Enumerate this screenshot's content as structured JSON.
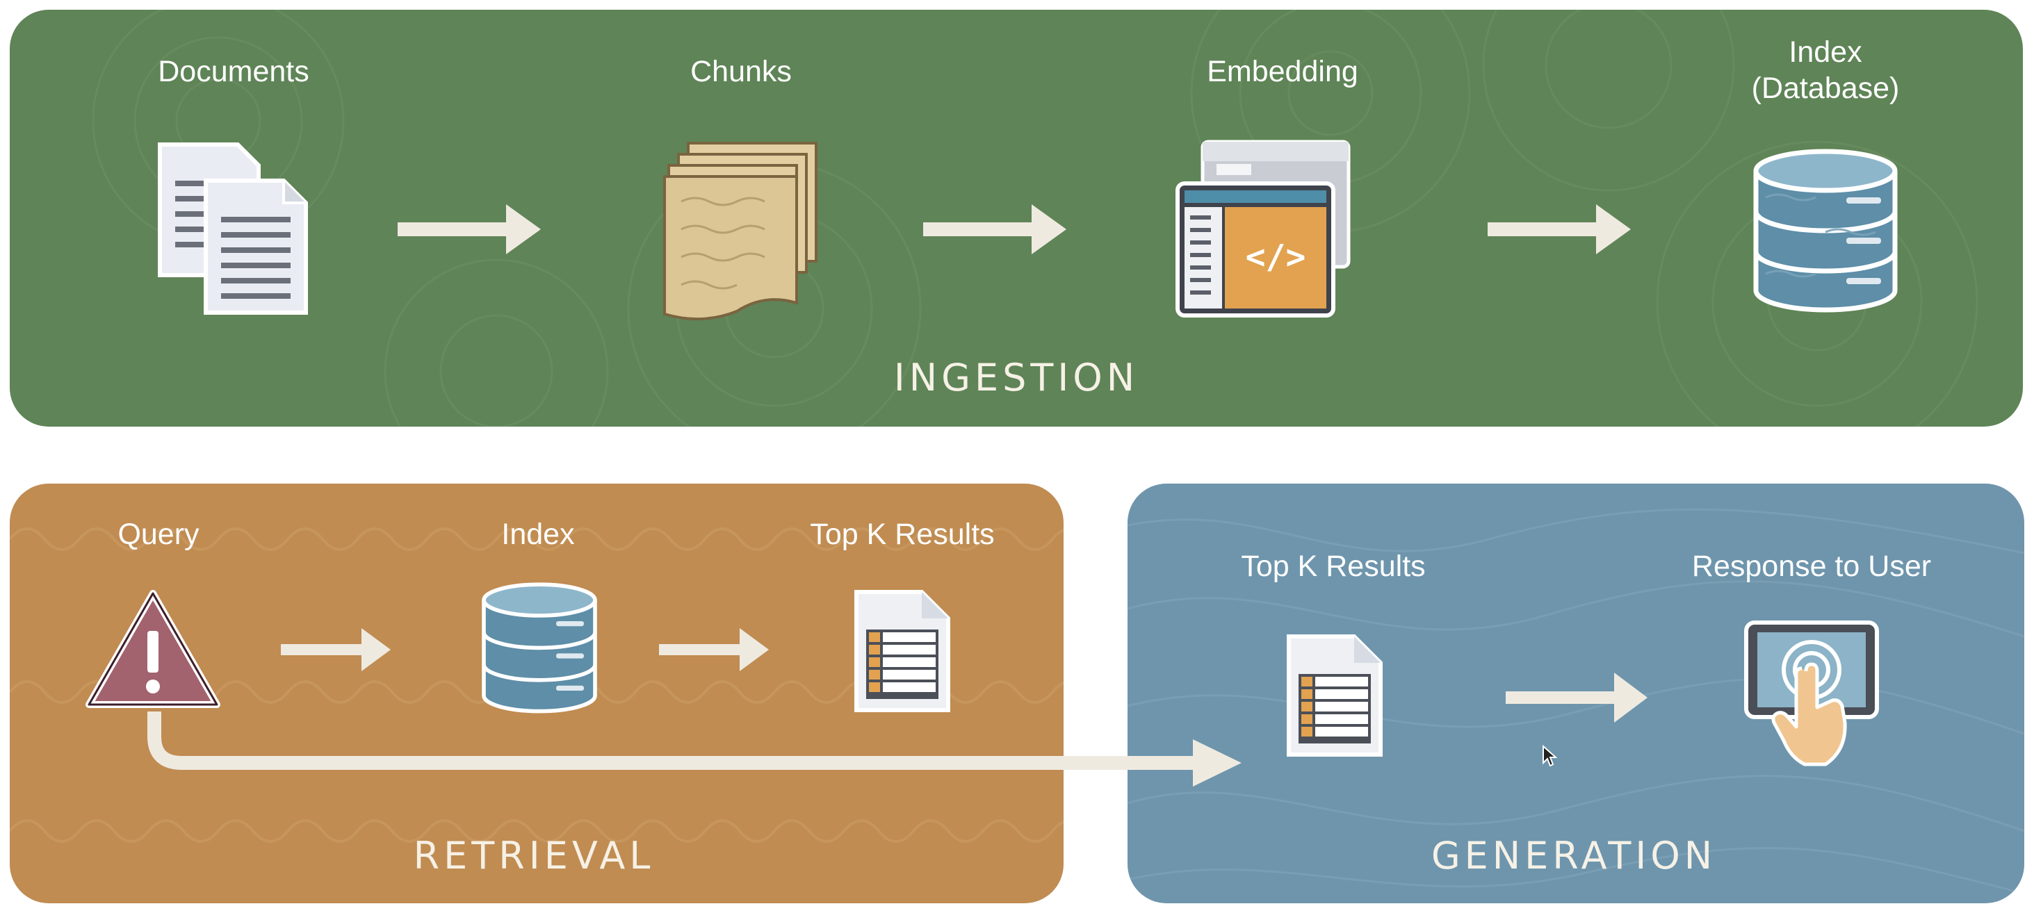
{
  "ingestion": {
    "title": "INGESTION",
    "color": "#5f8457",
    "steps": {
      "documents": "Documents",
      "chunks": "Chunks",
      "embedding": "Embedding",
      "index_line1": "Index",
      "index_line2": "(Database)"
    }
  },
  "retrieval": {
    "title": "RETRIEVAL",
    "color": "#c08c52",
    "steps": {
      "query": "Query",
      "index": "Index",
      "top_k": "Top K Results"
    }
  },
  "generation": {
    "title": "GENERATION",
    "color": "#6e95ac",
    "steps": {
      "top_k": "Top K Results",
      "response": "Response to User"
    }
  },
  "icons": {
    "documents": "documents-icon",
    "chunks": "chunks-icon",
    "embedding": "code-window-icon",
    "database": "database-icon",
    "query": "warning-triangle-icon",
    "results": "list-document-icon",
    "response": "touchscreen-tap-icon",
    "arrow": "arrow-right-icon",
    "cursor": "mouse-cursor-icon"
  }
}
